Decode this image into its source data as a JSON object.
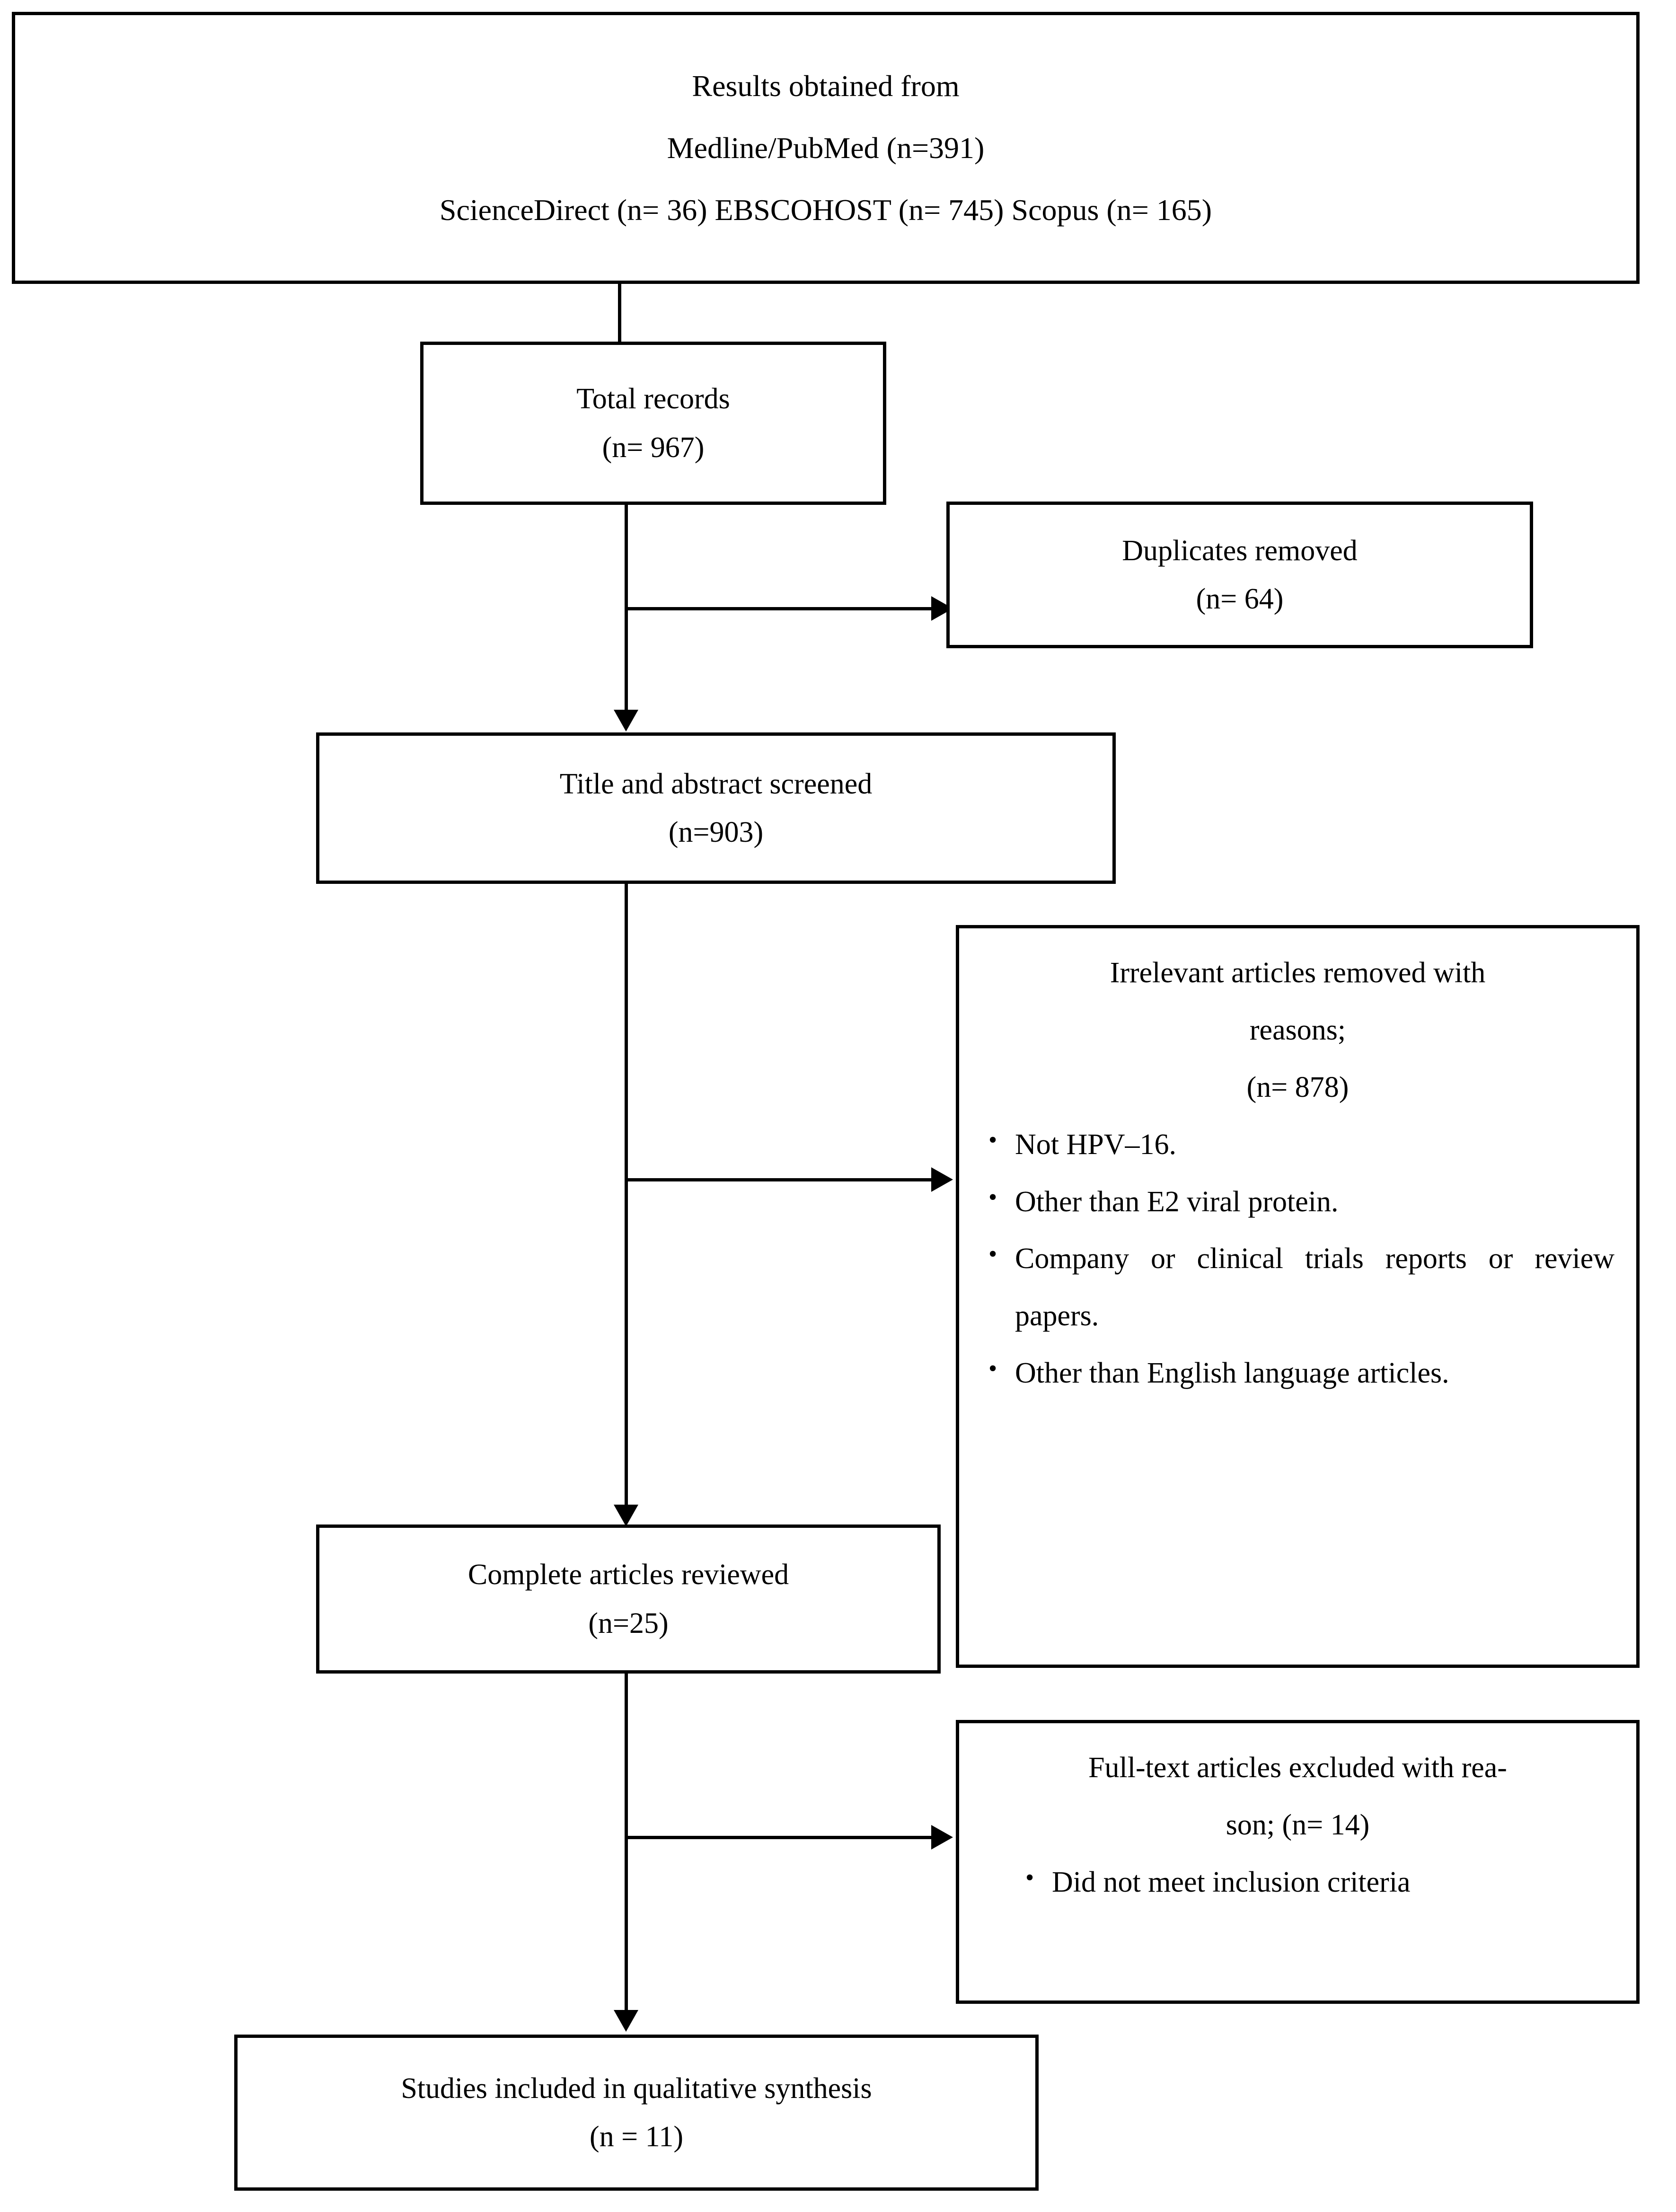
{
  "diagram": {
    "type": "prisma-flow-diagram",
    "title": "PRISMA study selection flow diagram",
    "nodes": {
      "sources": {
        "lines": [
          "Results obtained from",
          "Medline/PubMed  (n=391)",
          "ScienceDirect (n= 36) EBSCOHOST (n= 745) Scopus (n= 165)"
        ]
      },
      "total_records": {
        "lines": [
          "Total records",
          "(n= 967)"
        ]
      },
      "duplicates_removed": {
        "lines": [
          "Duplicates removed",
          "(n= 64)"
        ]
      },
      "title_abstract_screened": {
        "lines": [
          "Title and abstract screened",
          "(n=903)"
        ]
      },
      "irrelevant_removed": {
        "header_lines": [
          "Irrelevant articles removed with",
          "reasons;",
          "(n= 878)"
        ],
        "bullets": [
          "Not HPV–16.",
          "Other than E2 viral protein.",
          "Company or clinical trials reports or review papers.",
          "Other than English language articles."
        ]
      },
      "complete_articles_reviewed": {
        "lines": [
          "Complete articles reviewed",
          "(n=25)"
        ]
      },
      "fulltext_excluded": {
        "header_lines": [
          "Full-text articles excluded with rea-",
          "son; (n= 14)"
        ],
        "bullets": [
          "Did not meet inclusion criteria"
        ]
      },
      "included_studies": {
        "lines": [
          "Studies included in qualitative synthesis",
          "(n = 11)"
        ]
      }
    },
    "counts": {
      "medline_pubmed": 391,
      "sciencedirect": 36,
      "ebscohost": 745,
      "scopus": 165,
      "total_records": 967,
      "duplicates_removed": 64,
      "title_abstract_screened": 903,
      "irrelevant_removed": 878,
      "complete_articles_reviewed": 25,
      "fulltext_excluded": 14,
      "included_studies": 11
    },
    "style": {
      "line_color": "#000000",
      "box_fill": "#ffffff",
      "page_background": "#ffffff"
    },
    "bullet_glyph": "•"
  }
}
